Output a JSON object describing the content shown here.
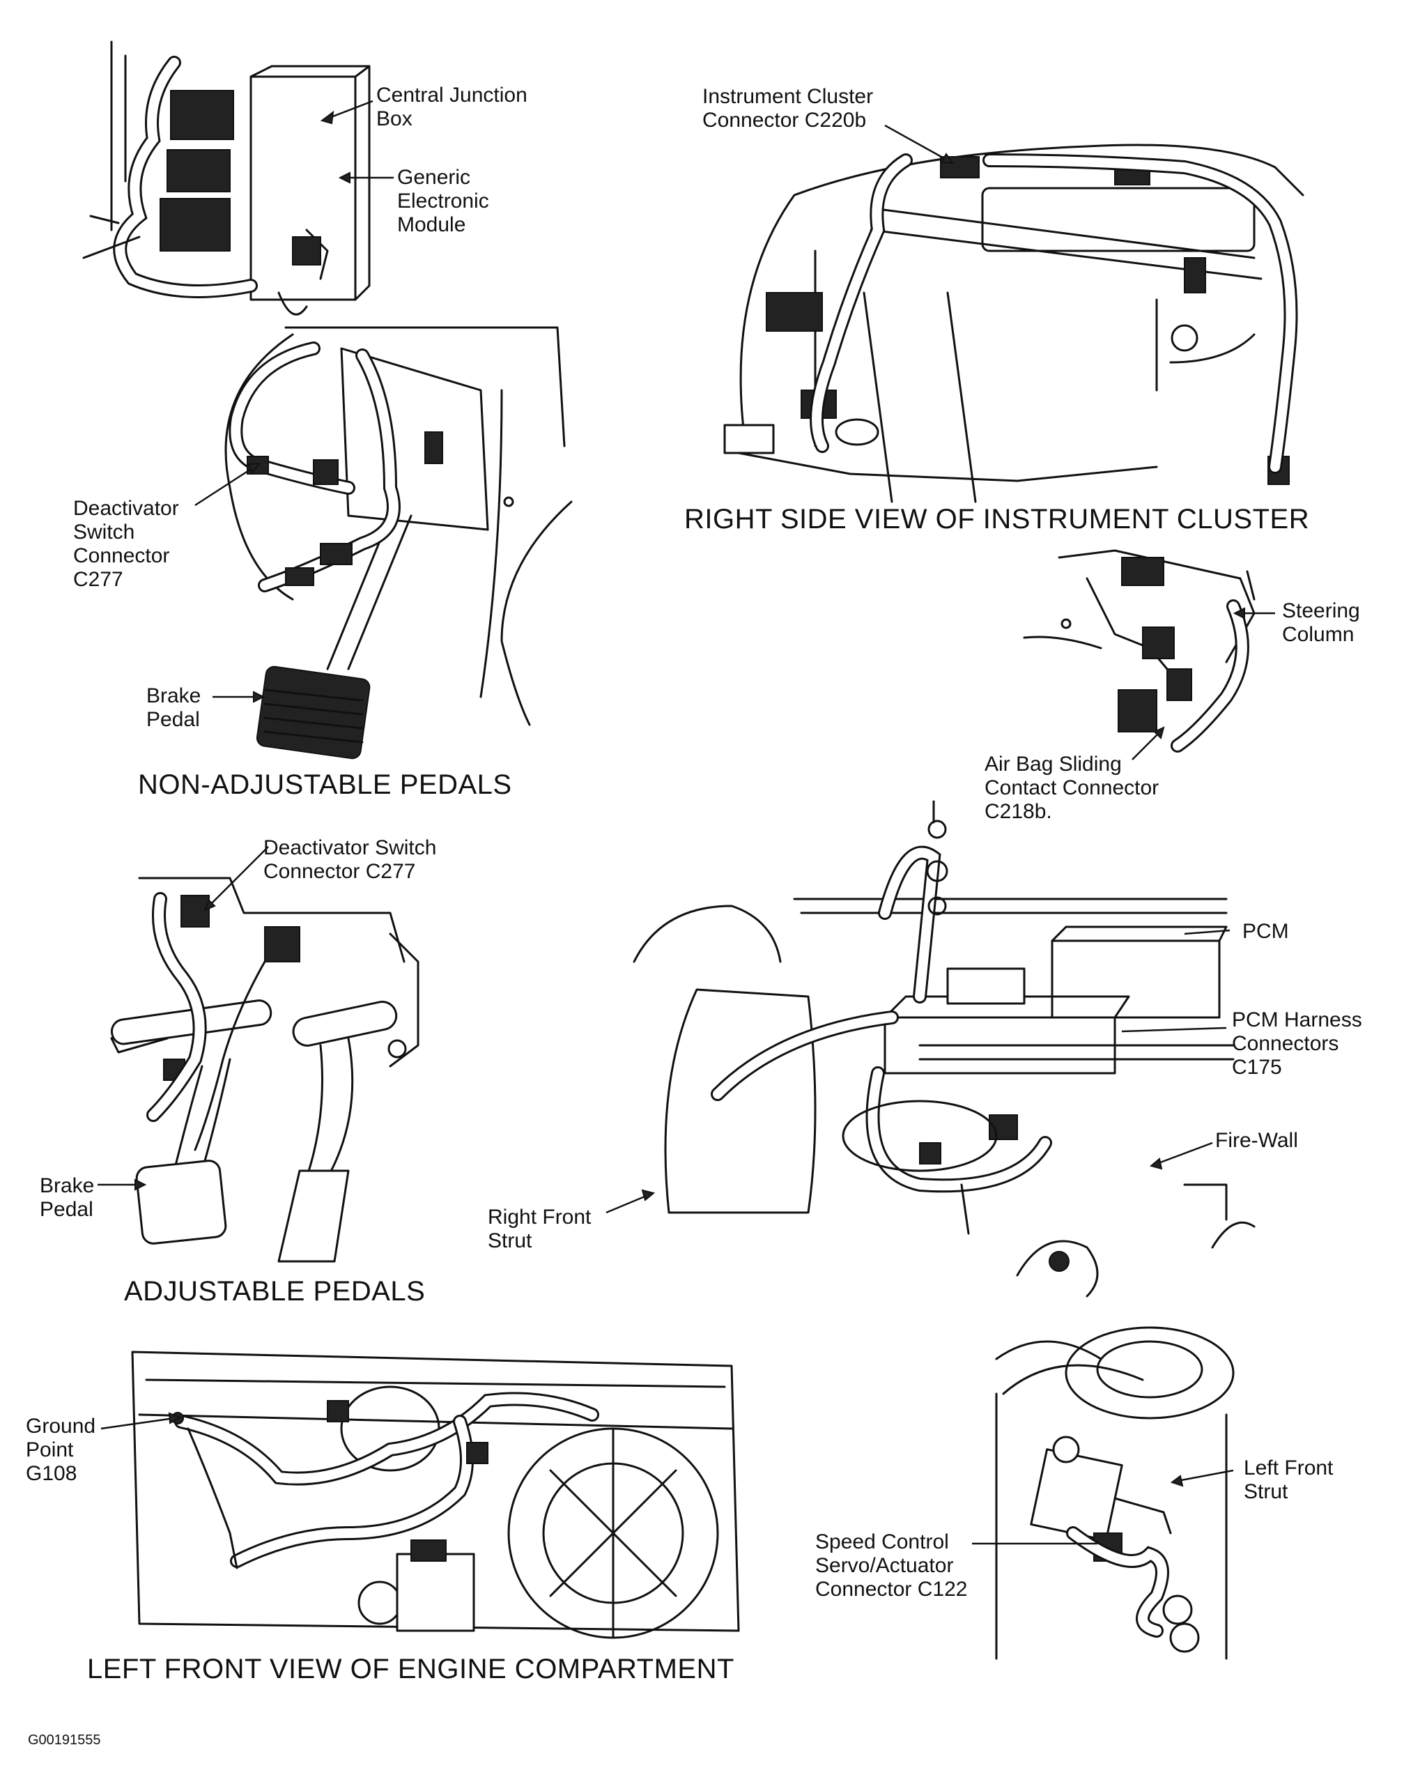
{
  "labels": {
    "central_junction_box": "Central Junction\nBox",
    "generic_electronic_module": "Generic\nElectronic\nModule",
    "instrument_cluster_connector": "Instrument Cluster\nConnector C220b",
    "deactivator_switch_connector_1": "Deactivator\nSwitch\nConnector\nC277",
    "brake_pedal_1": "Brake\nPedal",
    "steering_column": "Steering\nColumn",
    "air_bag_connector": "Air Bag Sliding\nContact Connector\nC218b.",
    "deactivator_switch_connector_2": "Deactivator Switch\nConnector C277",
    "pcm": "PCM",
    "pcm_harness_connectors": "PCM Harness\nConnectors\nC175",
    "fire_wall": "Fire-Wall",
    "brake_pedal_2": "Brake\nPedal",
    "right_front_strut": "Right Front\nStrut",
    "ground_point": "Ground\nPoint\nG108",
    "left_front_strut": "Left Front\nStrut",
    "speed_control_connector": "Speed Control\nServo/Actuator\nConnector C122"
  },
  "captions": {
    "right_side_instrument_cluster": "RIGHT SIDE VIEW OF INSTRUMENT CLUSTER",
    "non_adjustable_pedals": "NON-ADJUSTABLE PEDALS",
    "adjustable_pedals": "ADJUSTABLE PEDALS",
    "left_front_engine_compartment": "LEFT FRONT VIEW OF ENGINE COMPARTMENT"
  },
  "figure_id": "G00191555"
}
